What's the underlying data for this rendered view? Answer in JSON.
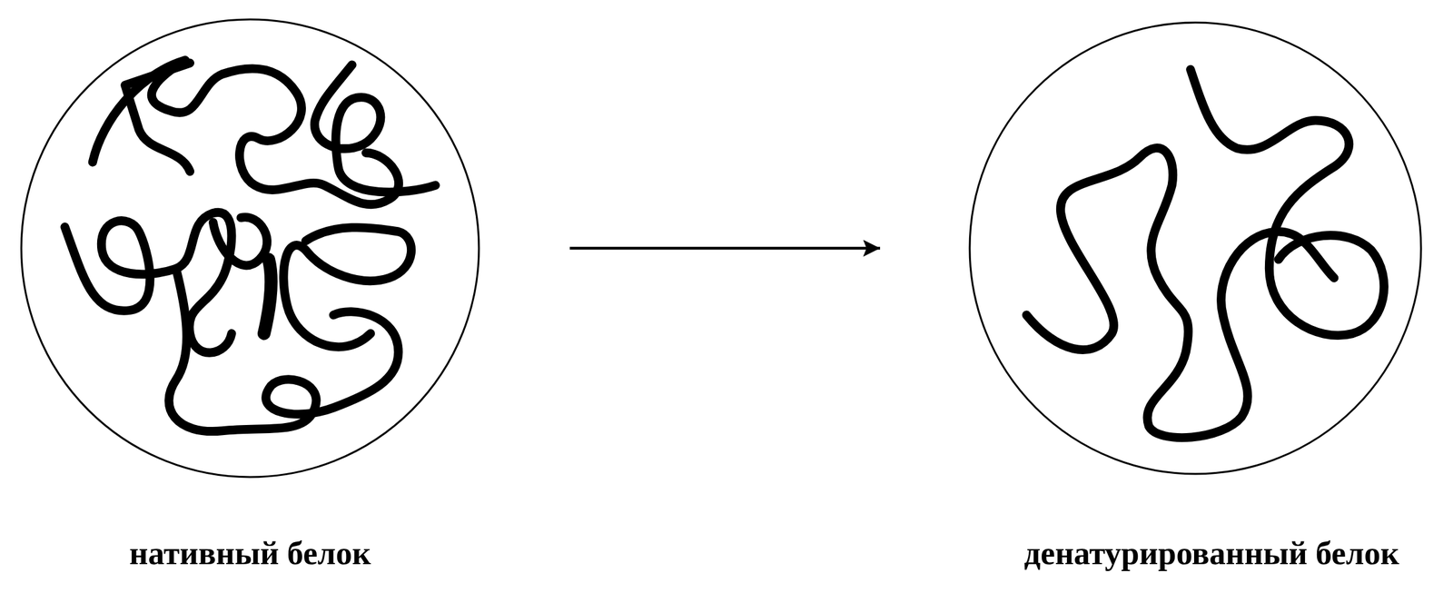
{
  "diagram": {
    "nodes": [
      {
        "text": [
          "нативный белок"
        ]
      },
      {
        "text": [
          "денатурированный белок"
        ]
      }
    ],
    "edges": [
      {
        "from": 0,
        "to": 1,
        "arrow": "to"
      }
    ]
  }
}
